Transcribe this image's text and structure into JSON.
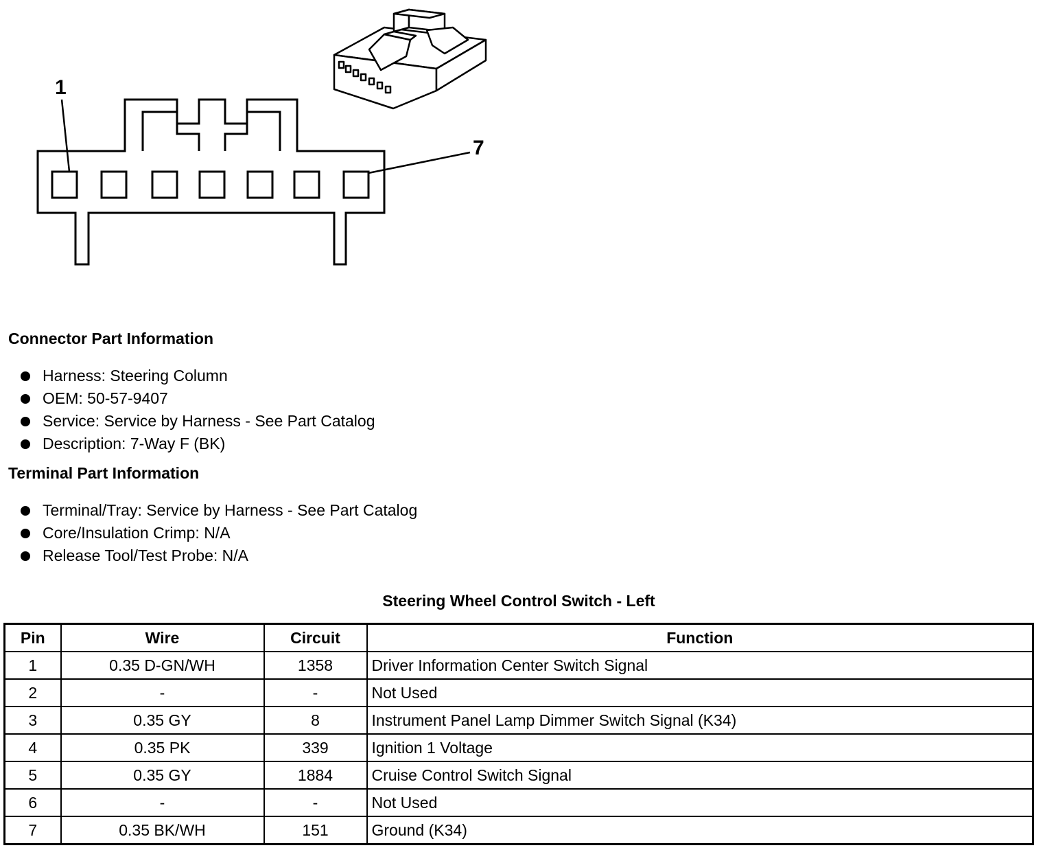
{
  "diagram": {
    "pin_first_label": "1",
    "pin_last_label": "7"
  },
  "connector_info": {
    "title": "Connector Part Information",
    "items": [
      "Harness: Steering Column",
      "OEM: 50-57-9407",
      "Service: Service by Harness - See Part Catalog",
      "Description: 7-Way F (BK)"
    ]
  },
  "terminal_info": {
    "title": "Terminal Part Information",
    "items": [
      "Terminal/Tray: Service by Harness - See Part Catalog",
      "Core/Insulation Crimp: N/A",
      "Release Tool/Test Probe: N/A"
    ]
  },
  "pin_table": {
    "title": "Steering Wheel Control Switch - Left",
    "headers": [
      "Pin",
      "Wire",
      "Circuit",
      "Function"
    ],
    "rows": [
      [
        "1",
        "0.35 D-GN/WH",
        "1358",
        "Driver Information Center Switch Signal"
      ],
      [
        "2",
        "-",
        "-",
        "Not Used"
      ],
      [
        "3",
        "0.35 GY",
        "8",
        "Instrument Panel Lamp Dimmer Switch Signal (K34)"
      ],
      [
        "4",
        "0.35 PK",
        "339",
        "Ignition 1 Voltage"
      ],
      [
        "5",
        "0.35 GY",
        "1884",
        "Cruise Control Switch Signal"
      ],
      [
        "6",
        "-",
        "-",
        "Not Used"
      ],
      [
        "7",
        "0.35 BK/WH",
        "151",
        "Ground (K34)"
      ]
    ]
  }
}
